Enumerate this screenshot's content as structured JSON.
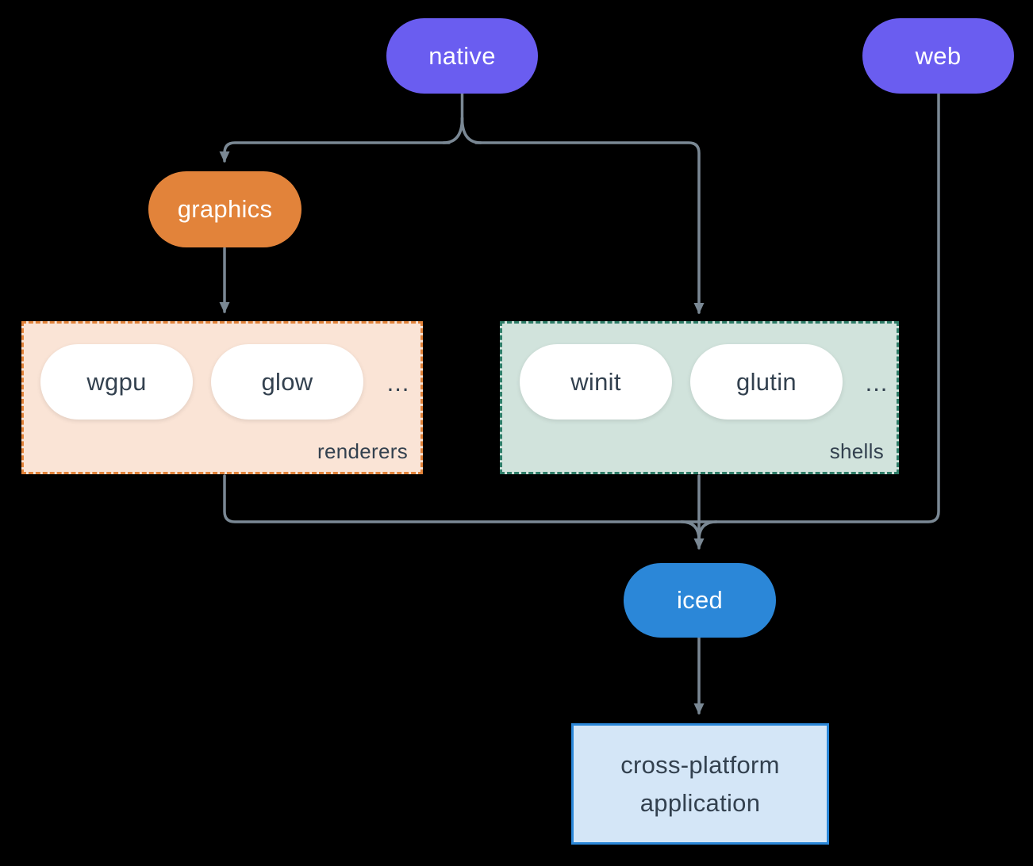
{
  "diagram": {
    "background": "#000000",
    "line_color": "#7a8894",
    "text_dark": "#33414f"
  },
  "nodes": {
    "native": {
      "label": "native",
      "color": "#6a5df0",
      "text_color": "#ffffff"
    },
    "web": {
      "label": "web",
      "color": "#6a5df0",
      "text_color": "#ffffff"
    },
    "graphics": {
      "label": "graphics",
      "color": "#e2833a",
      "text_color": "#ffffff"
    },
    "iced": {
      "label": "iced",
      "color": "#2b87d8",
      "text_color": "#ffffff"
    },
    "application": {
      "line1": "cross-platform",
      "line2": "application",
      "fill": "#d4e6f7",
      "border": "#2b87d8"
    }
  },
  "groups": {
    "renderers": {
      "label": "renderers",
      "items": [
        "wgpu",
        "glow"
      ],
      "ellipsis": "...",
      "fill": "#fae4d6",
      "border": "#e2833a"
    },
    "shells": {
      "label": "shells",
      "items": [
        "winit",
        "glutin"
      ],
      "ellipsis": "...",
      "fill": "#d1e3dc",
      "border": "#2e7d68"
    }
  }
}
